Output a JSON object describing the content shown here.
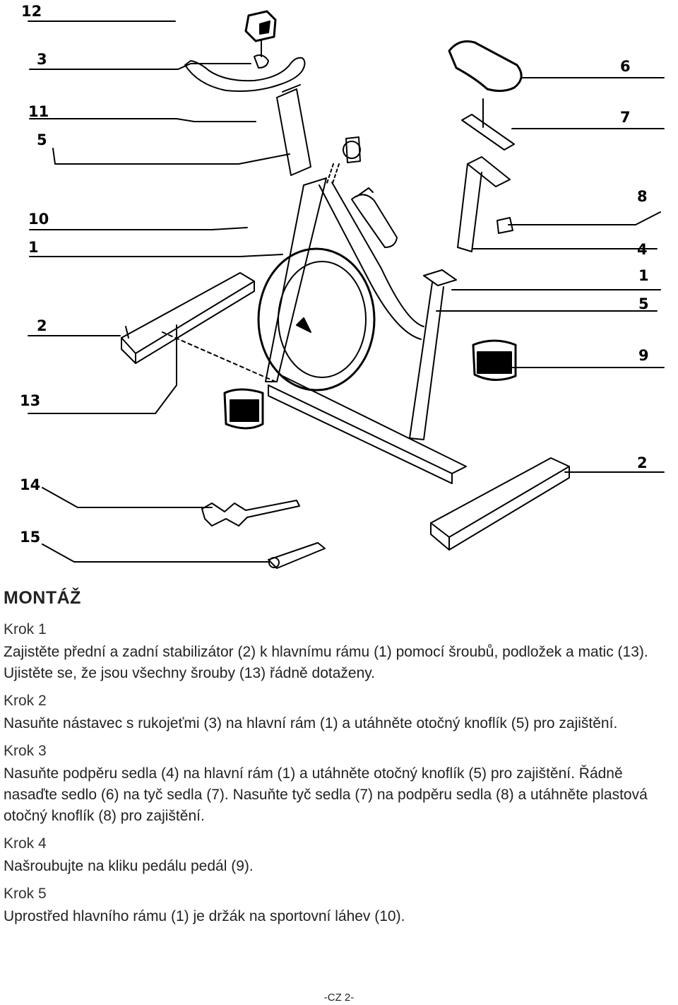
{
  "figure": {
    "labels": {
      "l12": "12",
      "l3": "3",
      "l11": "11",
      "l5a": "5",
      "l10": "10",
      "l1a": "1",
      "l2a": "2",
      "l13": "13",
      "l14": "14",
      "l15": "15",
      "l6": "6",
      "l7": "7",
      "l8": "8",
      "l4": "4",
      "l1b": "1",
      "l5b": "5",
      "l9": "9",
      "l2b": "2"
    }
  },
  "document": {
    "heading": "MONTÁŽ",
    "steps": [
      {
        "title": "Krok 1",
        "text": "Zajistěte přední a zadní stabilizátor (2) k hlavnímu rámu (1) pomocí šroubů, podložek a matic (13). Ujistěte se, že jsou všechny šrouby (13) řádně dotaženy."
      },
      {
        "title": "Krok 2",
        "text": "Nasuňte nástavec s rukojeťmi (3) na hlavní rám (1) a utáhněte otočný knoflík (5) pro zajištění."
      },
      {
        "title": "Krok 3",
        "text": "Nasuňte podpěru sedla (4) na hlavní rám (1) a utáhněte otočný knoflík (5) pro zajištění. Řádně nasaďte sedlo (6) na tyč sedla (7). Nasuňte tyč sedla (7) na podpěru sedla (8) a utáhněte plastová otočný knoflík (8) pro zajištění."
      },
      {
        "title": "Krok 4",
        "text": "Našroubujte na kliku pedálu pedál (9)."
      },
      {
        "title": "Krok 5",
        "text": "Uprostřed hlavního rámu (1) je držák na sportovní láhev (10)."
      }
    ],
    "footer": "-CZ 2-"
  }
}
